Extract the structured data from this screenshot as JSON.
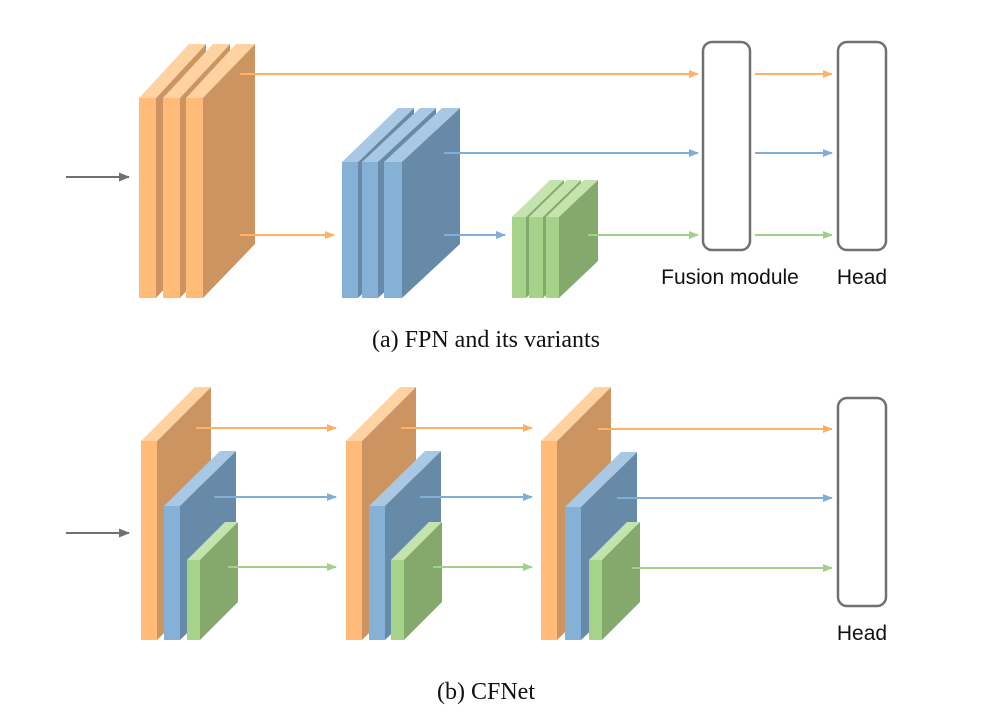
{
  "panel_a": {
    "fusion_label": "Fusion module",
    "head_label": "Head",
    "caption": "(a) FPN and its variants"
  },
  "panel_b": {
    "head_label": "Head",
    "caption": "(b) CFNet"
  },
  "colors": {
    "orange_front": "#FFBB77",
    "orange_side": "#CC9460",
    "orange_top": "#FFD2A2",
    "blue_front": "#85B1D6",
    "blue_side": "#668AA8",
    "blue_top": "#A8C8E4",
    "green_front": "#A6D38A",
    "green_side": "#85A86D",
    "green_top": "#C4E4AE",
    "arrow_orange": "#FFB266",
    "arrow_blue": "#7FAFD8",
    "arrow_green": "#9FD18A",
    "arrow_gray": "#707070",
    "box_border": "#707070"
  }
}
